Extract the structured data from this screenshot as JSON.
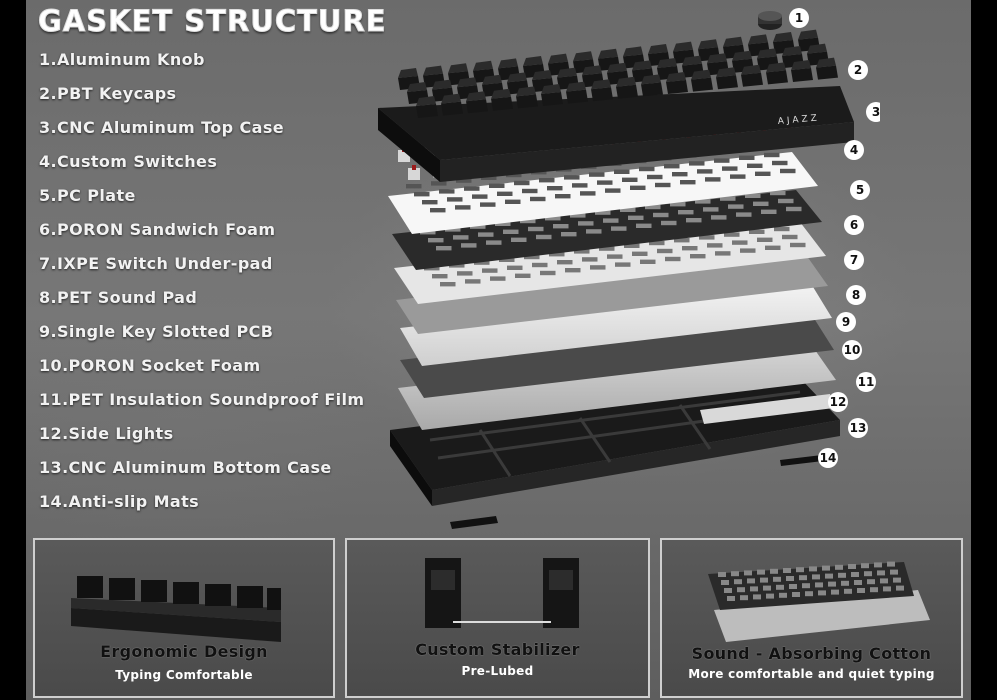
{
  "title": "GASKET STRUCTURE",
  "brand": "AJAZZ",
  "parts": [
    "1.Aluminum Knob",
    "2.PBT Keycaps",
    "3.CNC Aluminum Top Case",
    "4.Custom Switches",
    "5.PC Plate",
    "6.PORON Sandwich Foam",
    "7.IXPE Switch Under-pad",
    "8.PET Sound Pad",
    "9.Single Key Slotted PCB",
    "10.PORON Socket Foam",
    "11.PET Insulation Soundproof Film",
    "12.Side Lights",
    "13.CNC Aluminum Bottom Case",
    "14.Anti-slip Mats"
  ],
  "callouts": [
    "1",
    "2",
    "3",
    "4",
    "5",
    "6",
    "7",
    "8",
    "9",
    "10",
    "11",
    "12",
    "13",
    "14"
  ],
  "features": [
    {
      "heading": "Ergonomic Design",
      "sub": "Typing Comfortable"
    },
    {
      "heading": "Custom Stabilizer",
      "sub": "Pre-Lubed"
    },
    {
      "heading": "Sound - Absorbing Cotton",
      "sub": "More comfortable and quiet typing"
    }
  ]
}
